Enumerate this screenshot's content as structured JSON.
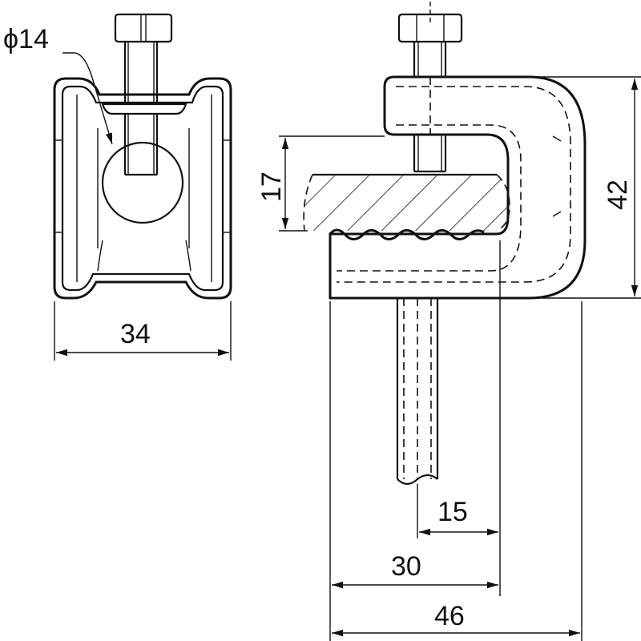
{
  "dimensions": {
    "bolt_diameter": "ϕ14",
    "front_width": "34",
    "flange_thickness": "17",
    "overall_height": "42",
    "rod_offset": "15",
    "jaw_depth": "30",
    "overall_width": "46"
  }
}
